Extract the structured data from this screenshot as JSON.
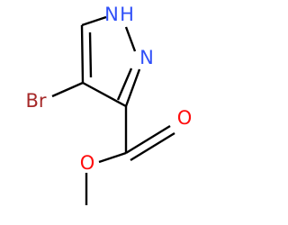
{
  "molecule": {
    "atoms": {
      "n1": {
        "symbol": "N",
        "hydrogen": "H",
        "color": "#3050f8"
      },
      "n2": {
        "symbol": "N",
        "color": "#3050f8"
      },
      "br": {
        "symbol": "Br",
        "color": "#a62929"
      },
      "o_carbonyl": {
        "symbol": "O",
        "color": "#ff0d0d"
      },
      "o_ester": {
        "symbol": "O",
        "color": "#ff0d0d"
      }
    },
    "bond_color": "#000000"
  }
}
